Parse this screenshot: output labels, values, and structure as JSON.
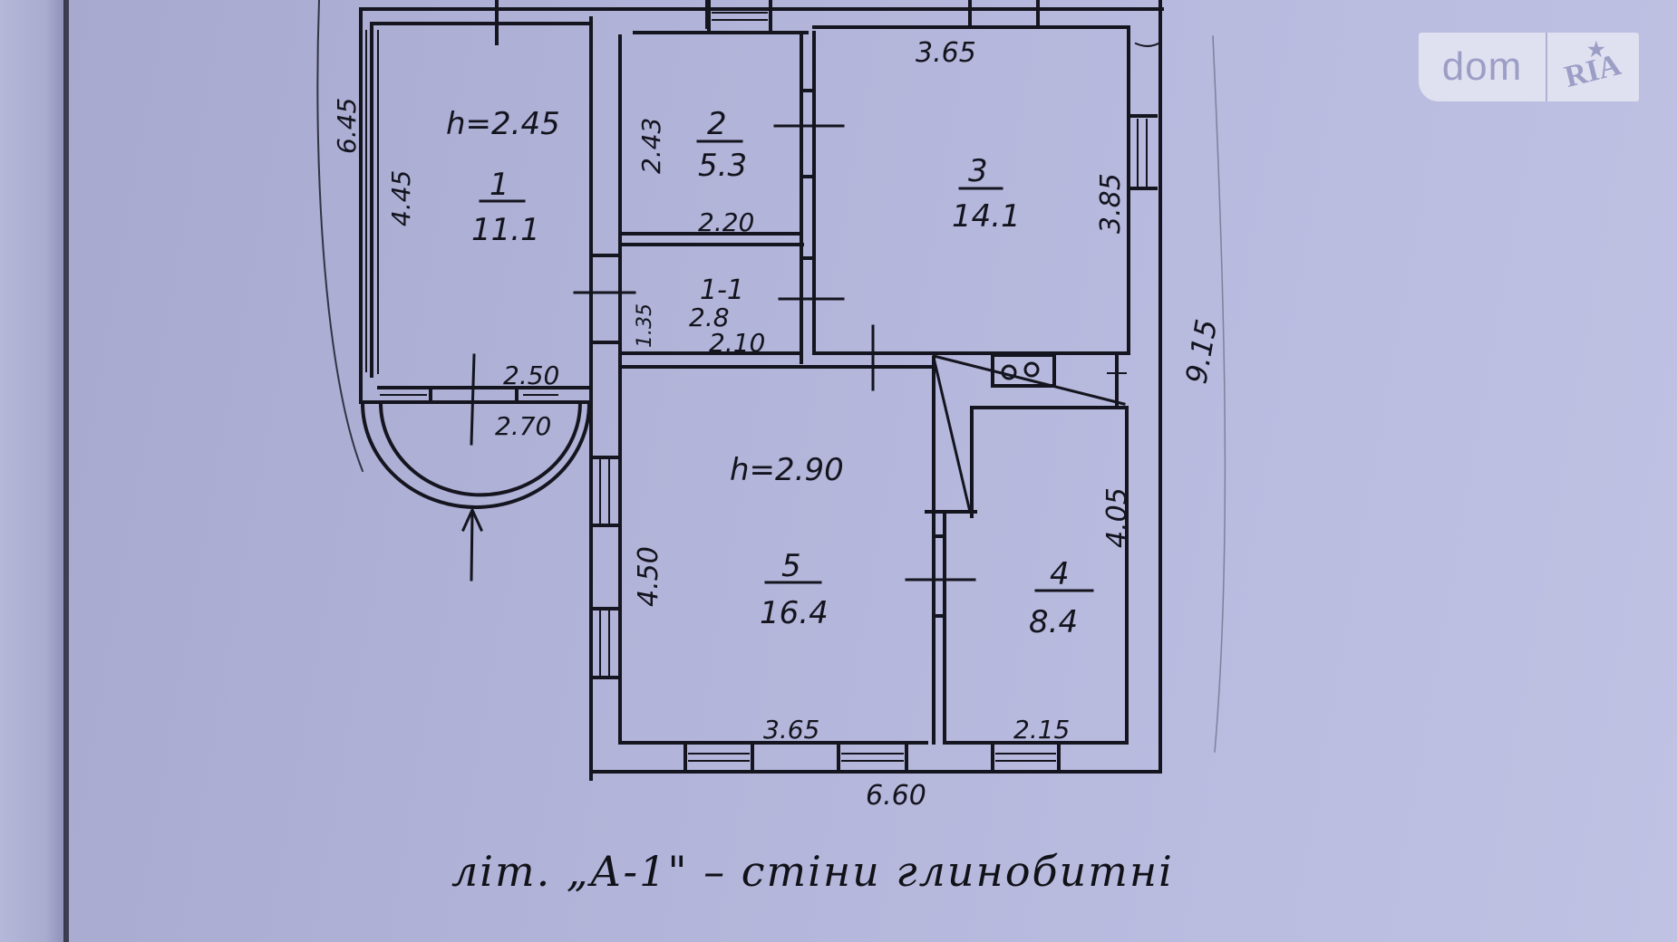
{
  "document": {
    "type": "floor-plan",
    "caption": "літ. „А-1\" – стіни глинобитні",
    "overall_dimensions": {
      "width_bottom": "6.60",
      "length_right": "9.15",
      "length_left": "6.45"
    },
    "rooms": [
      {
        "id": "1",
        "number_label": "1",
        "area": "11.1",
        "height_label": "h=2.45",
        "side_dim": "4.45"
      },
      {
        "id": "2",
        "number_label": "2",
        "area": "5.3",
        "side_dim": "2.43",
        "bottom_dim": "2.20"
      },
      {
        "id": "1-1",
        "number_label": "1-1",
        "area": "2.8",
        "side_dim": "1.35",
        "bottom_dim": "2.10"
      },
      {
        "id": "3",
        "number_label": "3",
        "area": "14.1",
        "top_dim": "3.65",
        "side_dim": "3.85"
      },
      {
        "id": "5",
        "number_label": "5",
        "area": "16.4",
        "height_label": "h=2.90",
        "side_dim": "4.50",
        "bottom_dim": "3.65"
      },
      {
        "id": "4",
        "number_label": "4",
        "area": "8.4",
        "side_dim": "4.05",
        "bottom_dim": "2.15"
      }
    ],
    "porch": {
      "inner_dim": "2.50",
      "outer_dim": "2.70"
    }
  },
  "watermark": {
    "left_text": "dom",
    "right_text": "RIA",
    "star_glyph": "★"
  }
}
